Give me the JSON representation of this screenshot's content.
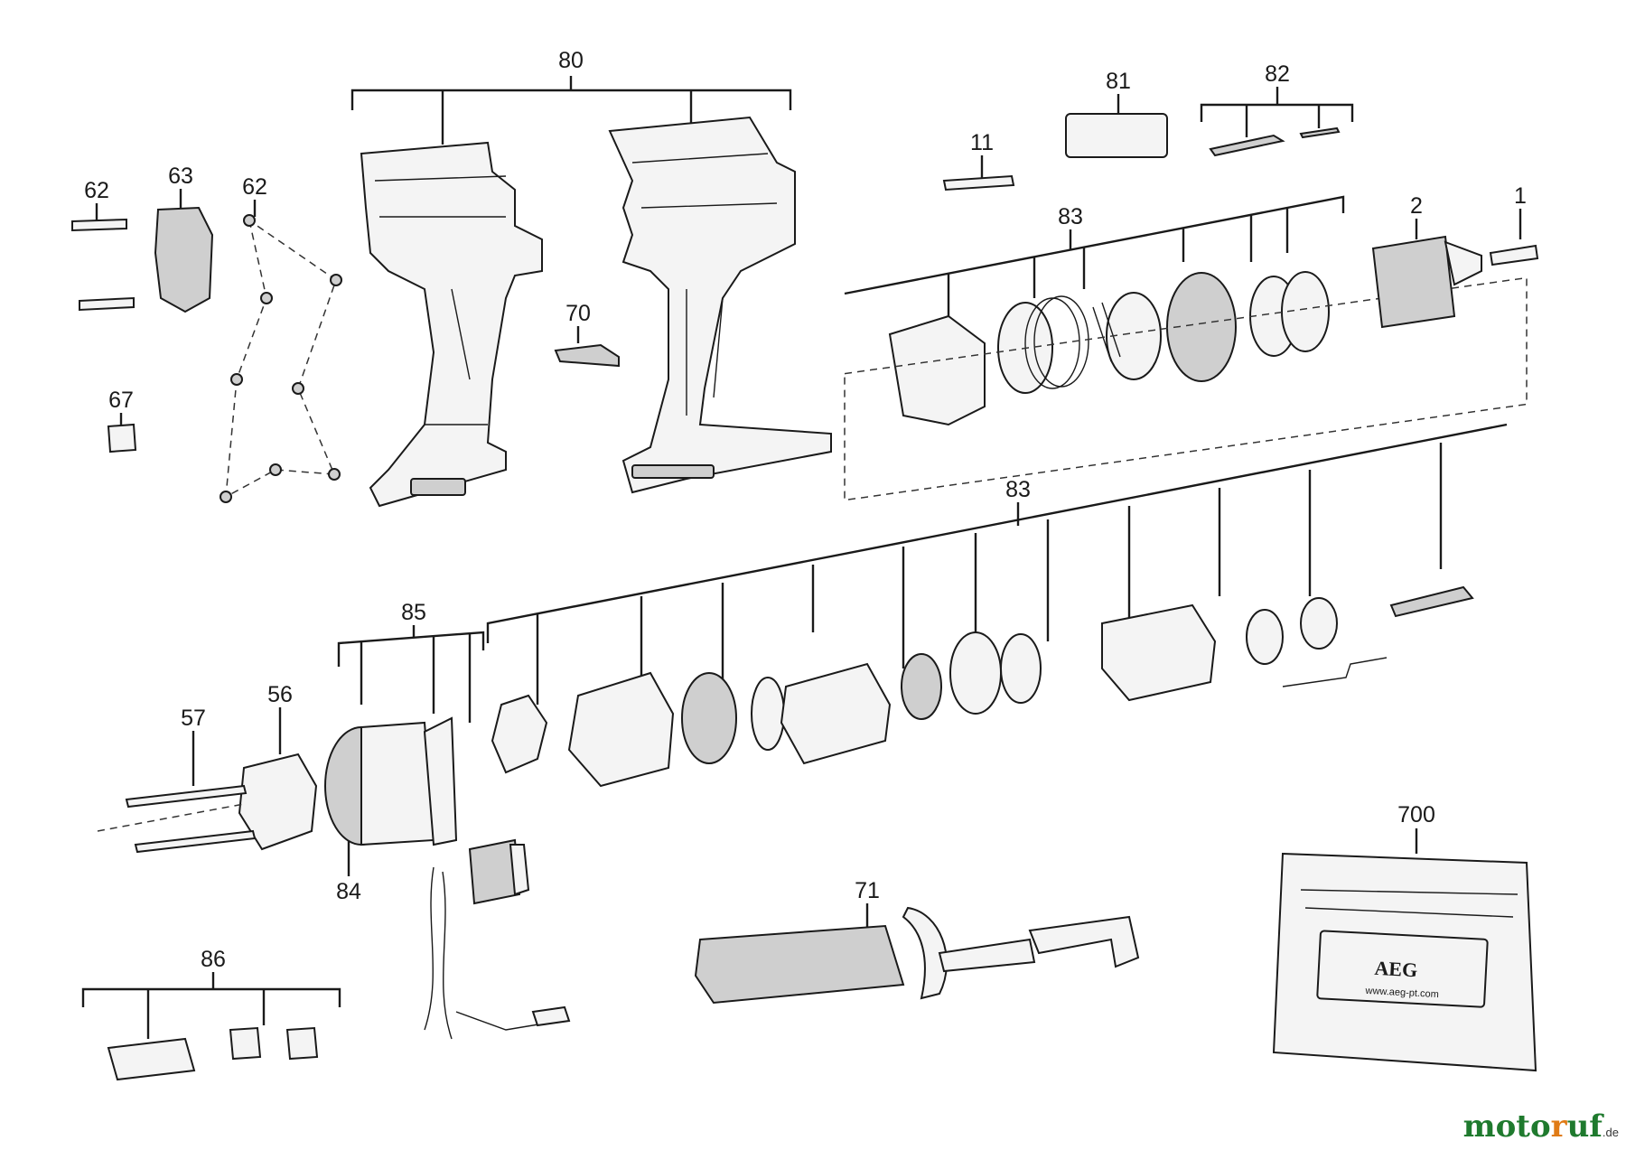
{
  "labels": {
    "p80": "80",
    "p81": "81",
    "p82": "82",
    "p11": "11",
    "p83a": "83",
    "p2": "2",
    "p1": "1",
    "p62a": "62",
    "p63": "63",
    "p62b": "62",
    "p70": "70",
    "p67": "67",
    "p83b": "83",
    "p85": "85",
    "p57": "57",
    "p56": "56",
    "p84": "84",
    "p71": "71",
    "p700": "700",
    "p86": "86"
  },
  "case": {
    "brand": "AEG",
    "url": "www.aeg-pt.com"
  },
  "watermark": {
    "text_a": "moto",
    "text_b": "r",
    "text_c": "uf",
    "suffix": ".de"
  }
}
